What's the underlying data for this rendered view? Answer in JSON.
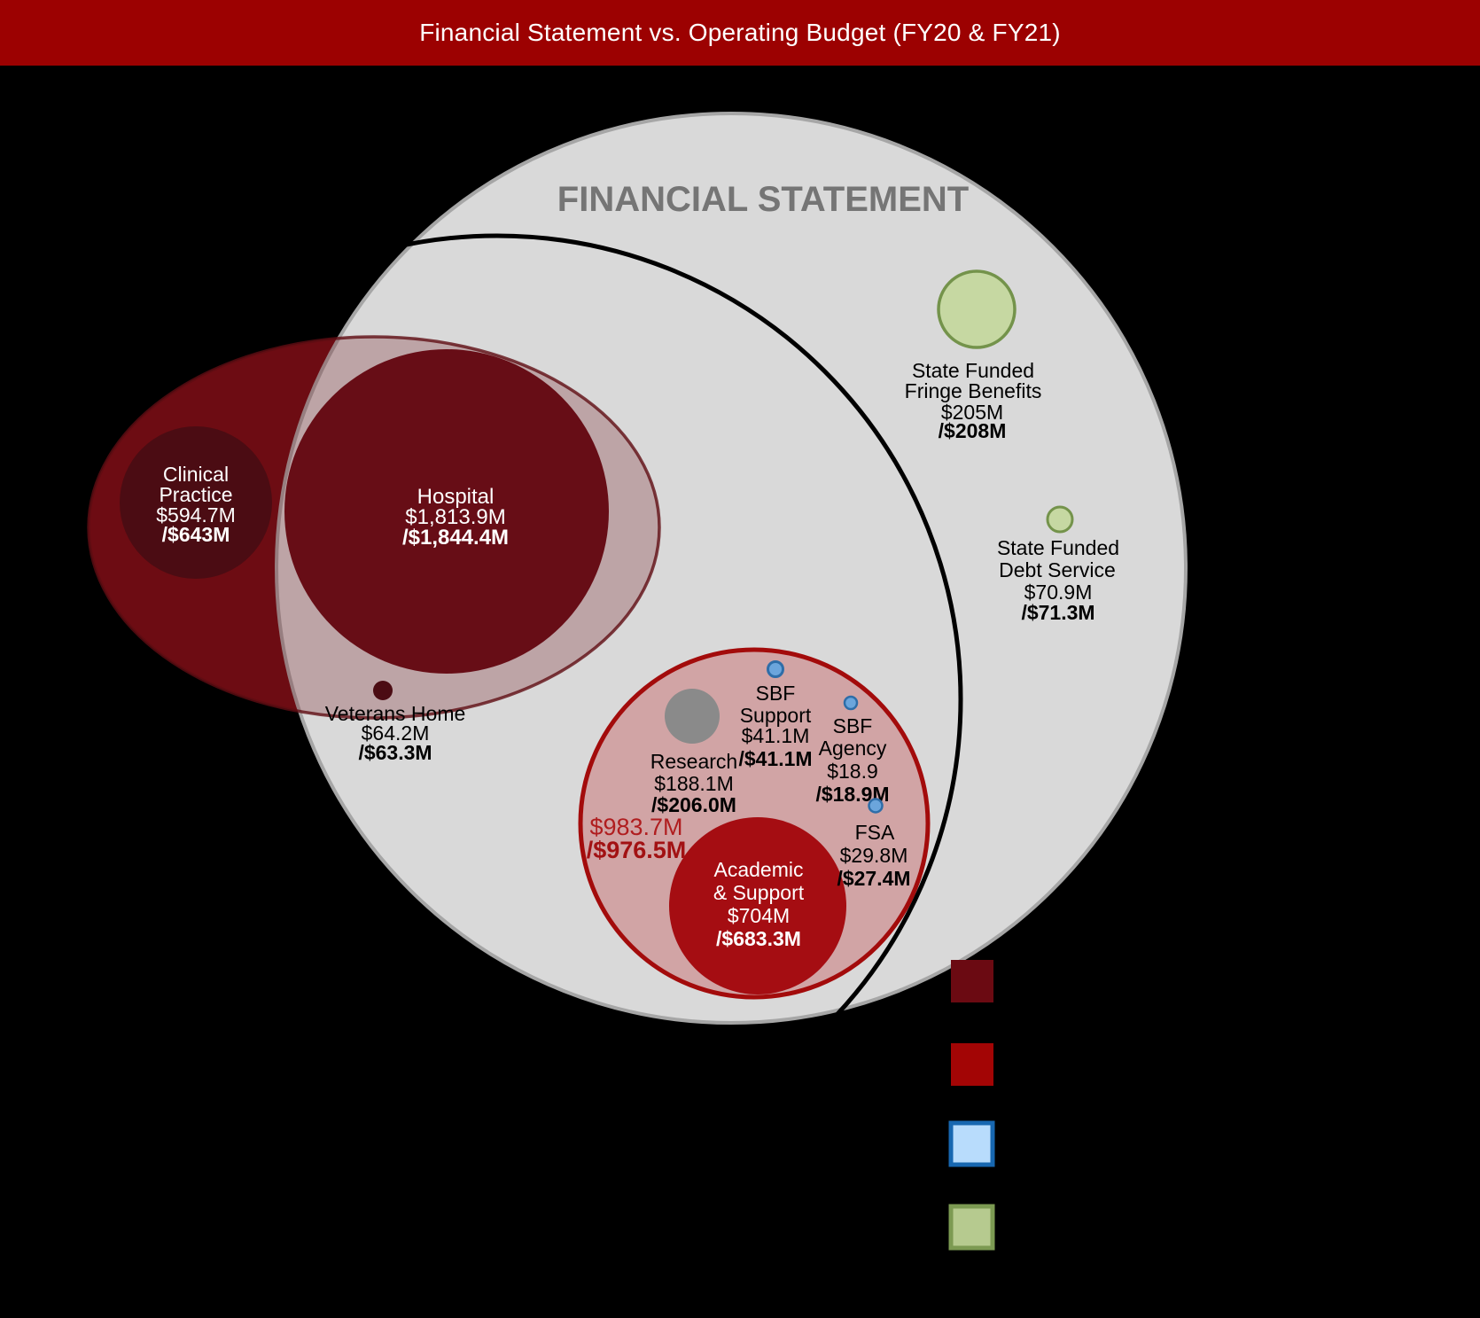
{
  "title_bar": {
    "label": "Financial Statement vs. Operating Budget (FY20 & FY21)"
  },
  "venn": {
    "financial_statement_title": "FINANCIAL STATEMENT",
    "bubbles": {
      "clinical": {
        "label": [
          "Clinical",
          "Practice"
        ],
        "fy20": "$594.7M",
        "fy21": "/$643M"
      },
      "hospital": {
        "label": [
          "Hospital"
        ],
        "fy20": "$1,813.9M",
        "fy21": "/$1,844.4M"
      },
      "veterans": {
        "label": [
          "Veterans Home"
        ],
        "fy20": "$64.2M",
        "fy21": "/$63.3M"
      },
      "fringe": {
        "label": [
          "State Funded",
          "Fringe Benefits"
        ],
        "fy20": "$205M",
        "fy21": "/$208M"
      },
      "debt": {
        "label": [
          "State Funded",
          "Debt Service"
        ],
        "fy20": "$70.9M",
        "fy21": "/$71.3M"
      },
      "research": {
        "label": [
          "Research"
        ],
        "fy20": "$188.1M",
        "fy21": "/$206.0M"
      },
      "sbf_support": {
        "label": [
          "SBF",
          "Support"
        ],
        "fy20": "$41.1M",
        "fy21": "/$41.1M"
      },
      "sbf_agency": {
        "label": [
          "SBF",
          "Agency"
        ],
        "fy20": "$18.9",
        "fy21": "/$18.9M"
      },
      "fsa": {
        "label": [
          "FSA"
        ],
        "fy20": "$29.8M",
        "fy21": "/$27.4M"
      },
      "academic": {
        "label": [
          "Academic",
          "& Support"
        ],
        "fy20": "$704M",
        "fy21": "/$683.3M"
      },
      "campus_total": {
        "fy20": "$983.7M",
        "fy21": "/$976.5M"
      }
    }
  },
  "colors": {
    "title_bar_bg": "#9C0101",
    "title_bar_fg": "#FFFFFF",
    "background": "#000000",
    "fs_circle_fill": "#D9D9D9",
    "fs_circle_stroke": "#A6A6A6",
    "fs_title_fill": "#757575",
    "budget_arc_stroke": "#000000",
    "ellipse_base_fill": "#6E0D14",
    "ellipse_overlay_fill": "rgba(110,13,20,0.26)",
    "ellipse_overlay_stroke": "rgba(95,13,19,0.8)",
    "hospital_fill": "#670D16",
    "clinical_fill": "#4B0C13",
    "veterans_dot_fill": "#4B0C13",
    "green_fill": "#C6D8A2",
    "green_stroke": "#74934B",
    "pink_fill": "#D1A4A5",
    "pink_stroke": "#A30B0B",
    "research_fill": "#8A8A8A",
    "academic_fill": "#A50D12",
    "blue_dot_fill": "#6BA5DC",
    "blue_dot_stroke": "#2E6DA8",
    "total_fy20_fill": "#B01D1F",
    "total_fy21_fill": "#A21113",
    "legend_maroon": "#6B0A12",
    "legend_red": "#A30505",
    "legend_blue_fill": "#B8DCFC",
    "legend_blue_stroke": "#1767B0",
    "legend_green_fill": "#B6CA8F",
    "legend_green_stroke": "#7C9A52"
  },
  "legend": {
    "swatches": [
      {
        "name": "dark-maroon"
      },
      {
        "name": "red"
      },
      {
        "name": "blue"
      },
      {
        "name": "green"
      }
    ]
  },
  "chart_data": {
    "type": "venn_bubble",
    "title": "Financial Statement vs. Operating Budget (FY20 & FY21)",
    "units": "USD millions",
    "value_format": "FY20 value / FY21 value (bold)",
    "sets": [
      {
        "name": "Financial Statement",
        "visual": "large gray filled circle labeled FINANCIAL STATEMENT"
      },
      {
        "name": "Operating Budget",
        "visual": "large black outlined circle overlapping the gray circle"
      }
    ],
    "items": [
      {
        "label": "Clinical Practice",
        "fy20": 594.7,
        "fy21": 643.0
      },
      {
        "label": "Hospital",
        "fy20": 1813.9,
        "fy21": 1844.4
      },
      {
        "label": "Veterans Home",
        "fy20": 64.2,
        "fy21": 63.3
      },
      {
        "label": "State Funded Fringe Benefits",
        "fy20": 205.0,
        "fy21": 208.0
      },
      {
        "label": "State Funded Debt Service",
        "fy20": 70.9,
        "fy21": 71.3
      },
      {
        "label": "Research",
        "fy20": 188.1,
        "fy21": 206.0
      },
      {
        "label": "SBF Support",
        "fy20": 41.1,
        "fy21": 41.1
      },
      {
        "label": "SBF Agency",
        "fy20": 18.9,
        "fy21": 18.9
      },
      {
        "label": "FSA",
        "fy20": 29.8,
        "fy21": 27.4
      },
      {
        "label": "Academic & Support",
        "fy20": 704.0,
        "fy21": 683.3
      },
      {
        "label": "Campus group subtotal",
        "fy20": 983.7,
        "fy21": 976.5
      }
    ]
  }
}
